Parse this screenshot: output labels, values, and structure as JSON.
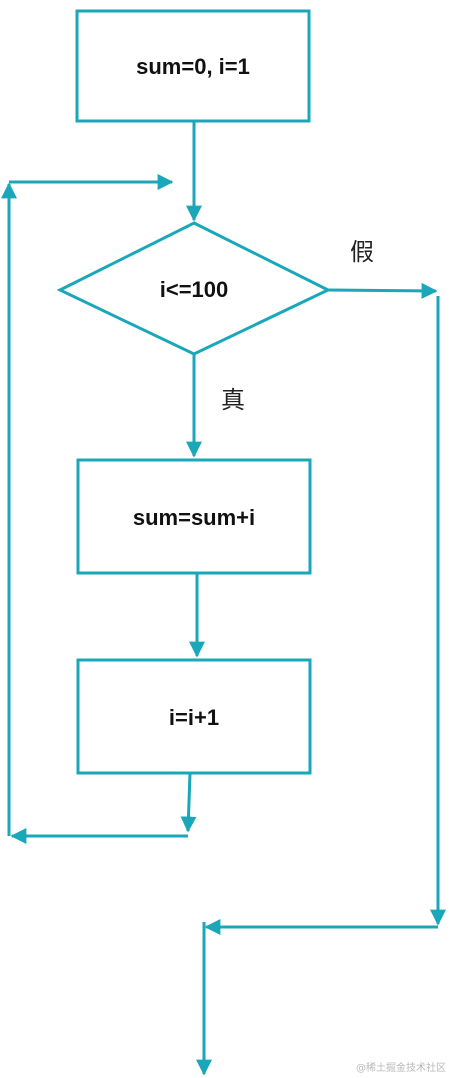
{
  "colors": {
    "stroke": "#19a7b9",
    "text": "#111111",
    "background": "#ffffff"
  },
  "nodes": {
    "init": "sum=0, i=1",
    "condition": "i<=100",
    "accumulate": "sum=sum+i",
    "increment": "i=i+1"
  },
  "branches": {
    "true_label": "真",
    "false_label": "假"
  },
  "watermark": "@稀土掘金技术社区"
}
